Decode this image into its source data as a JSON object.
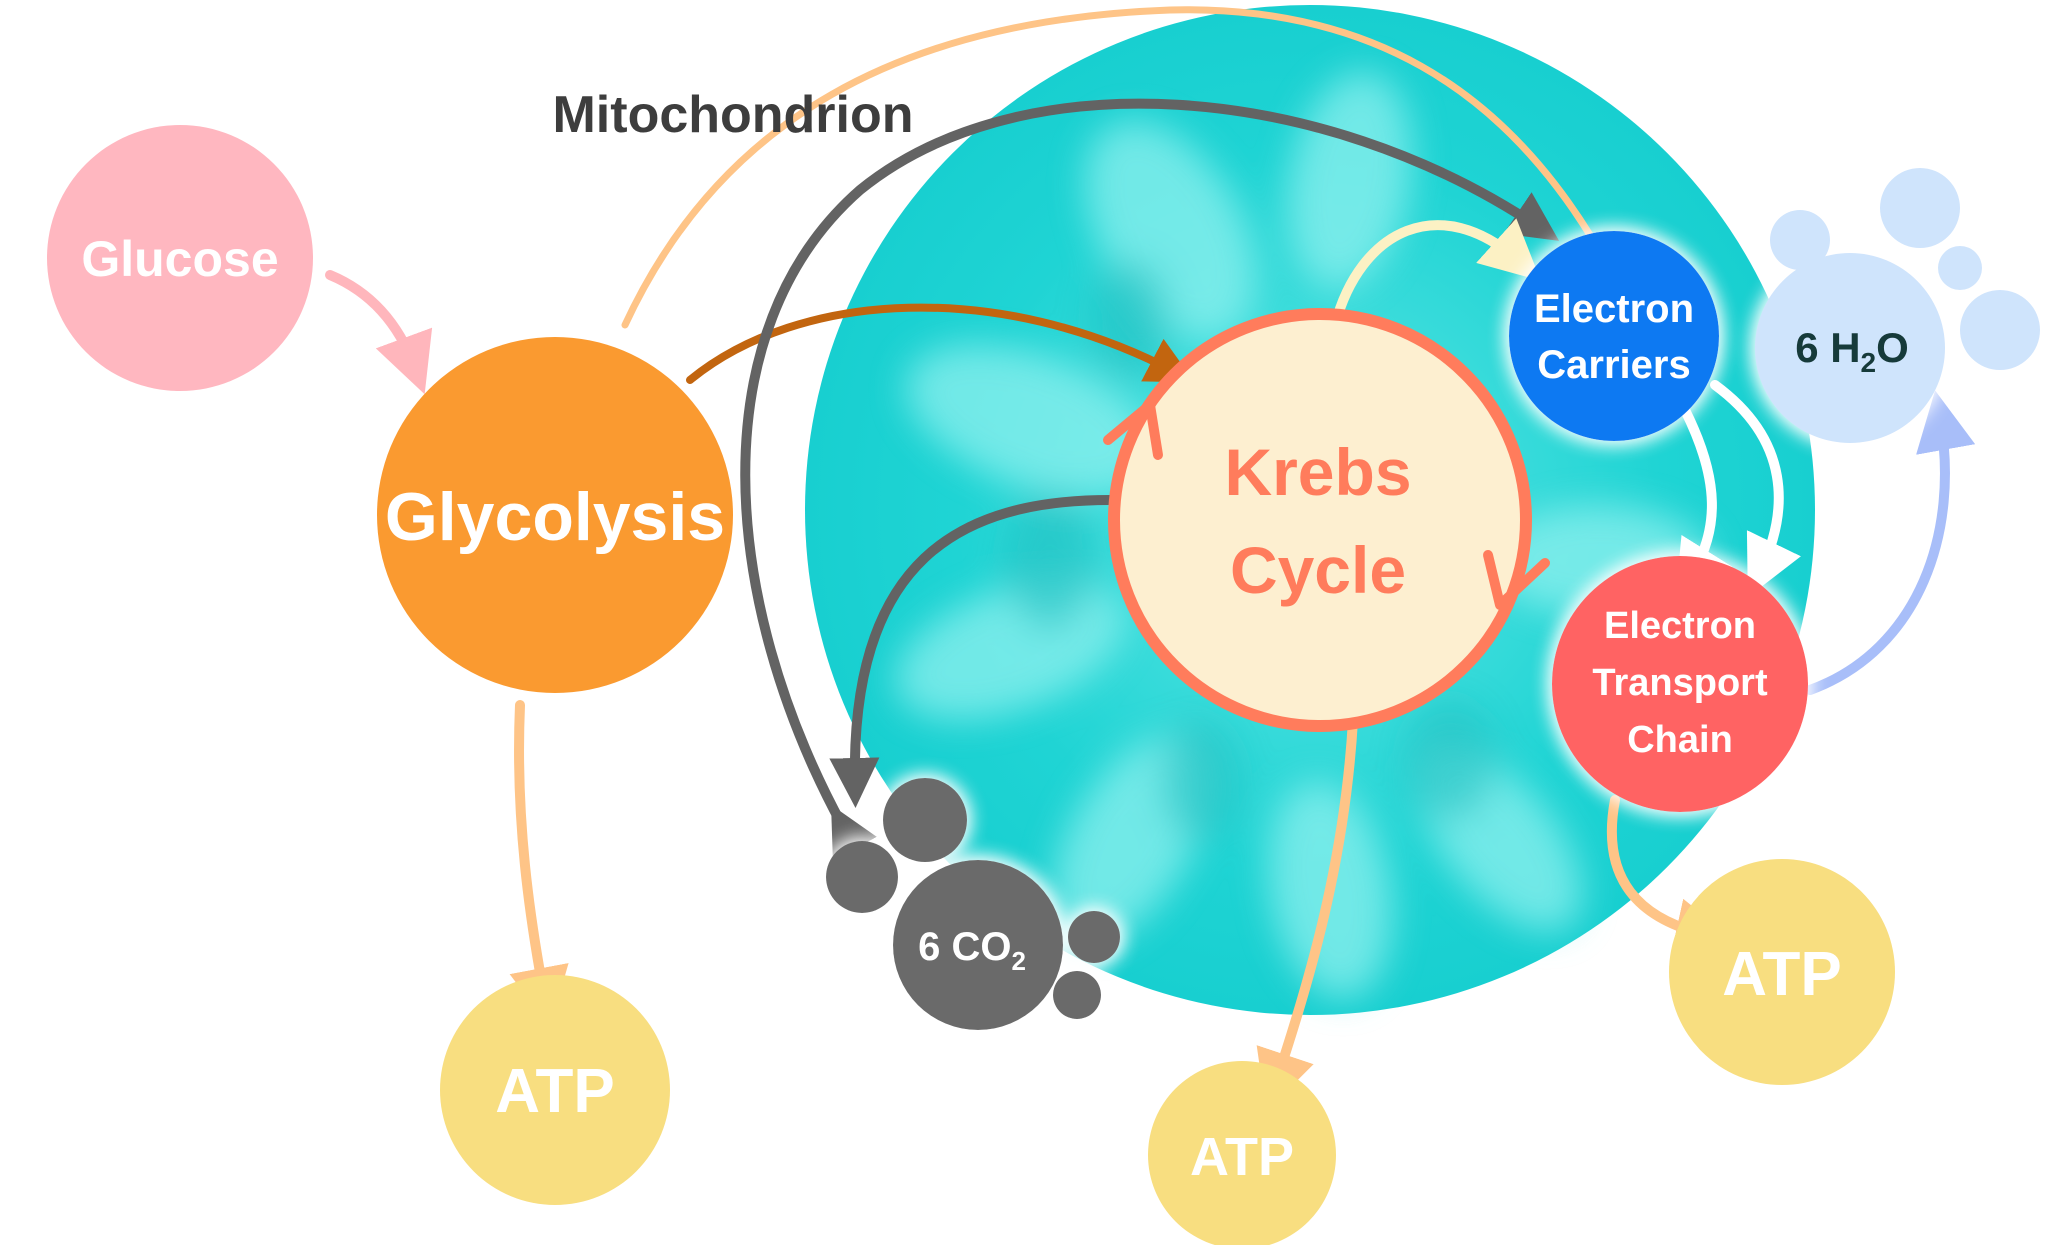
{
  "title": "Mitochondrion",
  "nodes": {
    "glucose": "Glucose",
    "glycolysis": "Glycolysis",
    "krebs": [
      "Krebs",
      "Cycle"
    ],
    "electron_carriers": [
      "Electron",
      "Carriers"
    ],
    "etc": [
      "Electron",
      "Transport",
      "Chain"
    ],
    "water": {
      "prefix": "6 H",
      "sub": "2",
      "suffix": "O"
    },
    "co2": {
      "prefix": "6 CO",
      "sub": "2"
    },
    "atp_glycolysis": "ATP",
    "atp_krebs": "ATP",
    "atp_etc": "ATP"
  },
  "colors": {
    "mitochondrion": "#1cd3d3",
    "glucose": "#ffb7c0",
    "glycolysis": "#fa9a30",
    "krebs_fill": "#fdefd0",
    "krebs_ring": "#ff7c5c",
    "electron_carriers": "#0d79f2",
    "etc": "#ff6363",
    "atp": "#f8de80",
    "water": "#cfe4fc",
    "co2": "#6b6b6b",
    "arrow_orange_light": "#fec487",
    "arrow_brown": "#c2650f",
    "arrow_gray": "#636363",
    "arrow_yellow": "#fcf1c4",
    "arrow_blue": "#a8bef9",
    "text_dark": "#3d3d3d"
  }
}
